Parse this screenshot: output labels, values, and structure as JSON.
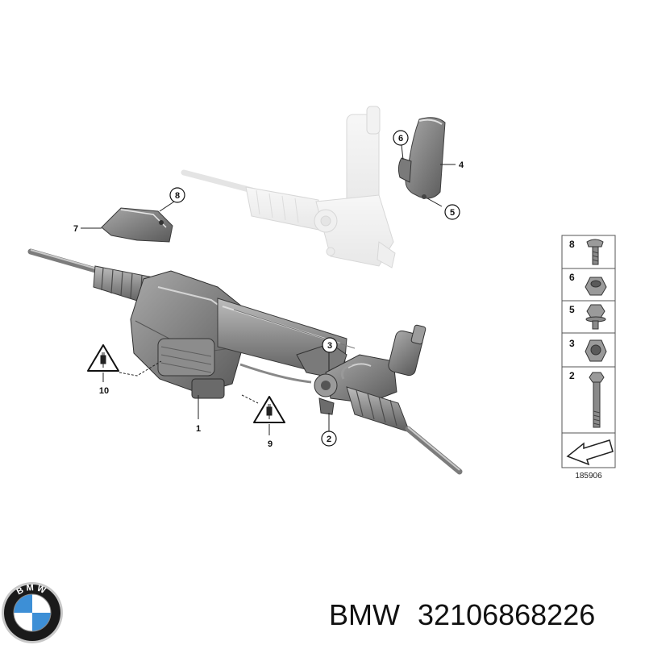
{
  "diagram": {
    "callouts": [
      "1",
      "2",
      "3",
      "4",
      "5",
      "6",
      "7",
      "8",
      "9",
      "10"
    ],
    "legend": {
      "items": [
        {
          "num": "8",
          "icon": "screw-icon"
        },
        {
          "num": "6",
          "icon": "collar-nut-icon"
        },
        {
          "num": "5",
          "icon": "hex-bolt-flange-icon"
        },
        {
          "num": "3",
          "icon": "self-locking-nut-icon"
        },
        {
          "num": "2",
          "icon": "long-bolt-icon"
        }
      ],
      "reference": "185906"
    }
  },
  "brand": {
    "logo_text": "BMW",
    "name": "BMW",
    "part_number": "32106868226",
    "colors": {
      "blue": "#3d8fd6",
      "ring": "#1a1a1a",
      "chrome": "#c8c8c8"
    }
  }
}
